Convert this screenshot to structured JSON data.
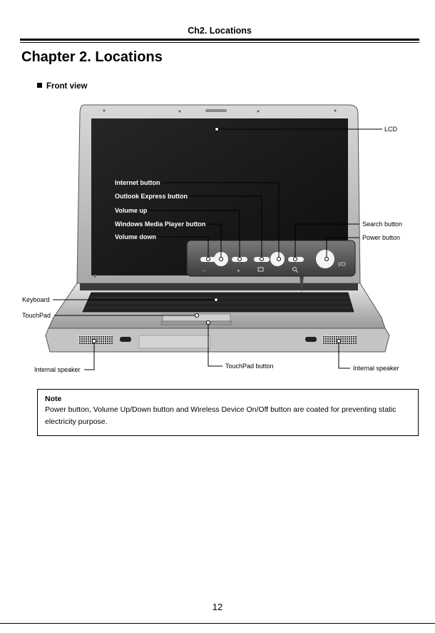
{
  "header": {
    "running_title": "Ch2. Locations"
  },
  "chapter": {
    "title": "Chapter 2. Locations"
  },
  "section": {
    "heading": "Front view"
  },
  "figure": {
    "callouts": {
      "lcd": "LCD",
      "internet_button": "Internet button",
      "outlook_express_button": "Outlook Express button",
      "volume_up": "Volume up",
      "windows_media_player_button": "Windows Media Player button",
      "volume_down": "Volume down",
      "search_button": "Search button",
      "power_button": "Power button",
      "keyboard": "Keyboard",
      "touchpad": "TouchPad",
      "internal_speaker_left": "Internal speaker",
      "touchpad_button": "TouchPad button",
      "internal_speaker_right": "Internal speaker"
    },
    "panel_glyphs": {
      "minus": "−",
      "plus": "+",
      "io": "I/O"
    }
  },
  "note": {
    "title": "Note",
    "text": "Power button, Volume Up/Down button and Wireless Device On/Off button are coated for preventing static electricity purpose."
  },
  "footer": {
    "page_number": "12"
  }
}
